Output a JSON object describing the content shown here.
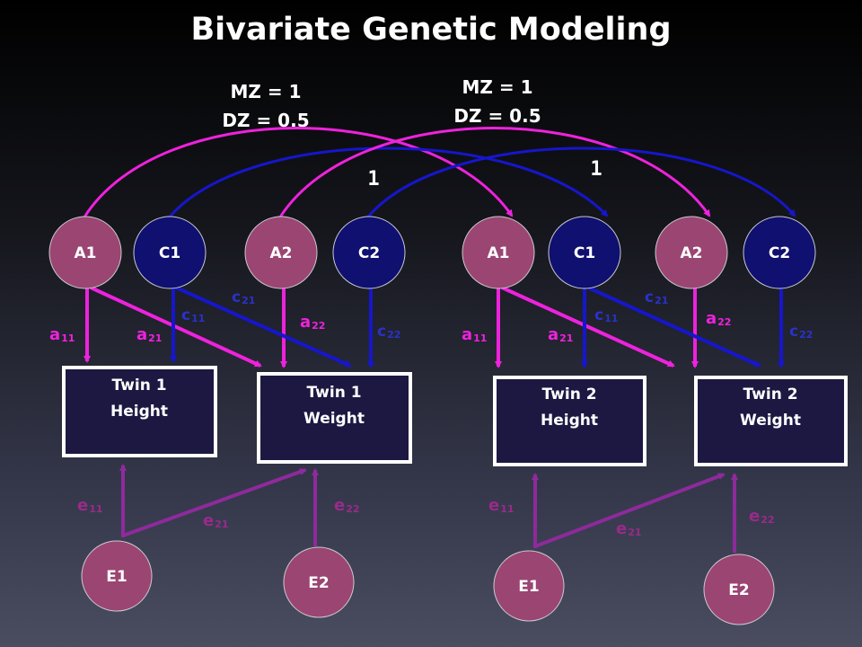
{
  "title": "Bivariate Genetic Modeling",
  "correlations": {
    "a_label_line1": "MZ = 1",
    "a_label_line2": "DZ = 0.5",
    "a2_label_line1": "MZ = 1",
    "a2_label_line2": "DZ = 0.5",
    "c_label": "1",
    "c2_label": "1"
  },
  "colors": {
    "a_node": "#9b4572",
    "c_node": "#0f1070",
    "e_node": "#9b4572",
    "a_path": "#ee22dd",
    "c_path": "#1616cc",
    "e_path": "#8e2a9c",
    "box_fill": "#1d1842",
    "box_border": "#ffffff"
  },
  "twin1": {
    "nodes": {
      "a1": "A1",
      "c1": "C1",
      "a2": "A2",
      "c2": "C2",
      "e1": "E1",
      "e2": "E2"
    },
    "height_line1": "Twin 1",
    "height_line2": "Height",
    "weight_line1": "Twin 1",
    "weight_line2": "Weight",
    "paths": {
      "a11": "a",
      "a11_sub": "11",
      "a21": "a",
      "a21_sub": "21",
      "a22": "a",
      "a22_sub": "22",
      "c11": "c",
      "c11_sub": "11",
      "c21": "c",
      "c21_sub": "21",
      "c22": "c",
      "c22_sub": "22",
      "e11": "e",
      "e11_sub": "11",
      "e21": "e",
      "e21_sub": "21",
      "e22": "e",
      "e22_sub": "22"
    }
  },
  "twin2": {
    "nodes": {
      "a1": "A1",
      "c1": "C1",
      "a2": "A2",
      "c2": "C2",
      "e1": "E1",
      "e2": "E2"
    },
    "height_line1": "Twin 2",
    "height_line2": "Height",
    "weight_line1": "Twin 2",
    "weight_line2": "Weight",
    "paths": {
      "a11": "a",
      "a11_sub": "11",
      "a21": "a",
      "a21_sub": "21",
      "a22": "a",
      "a22_sub": "22",
      "c11": "c",
      "c11_sub": "11",
      "c21": "c",
      "c21_sub": "21",
      "c22": "c",
      "c22_sub": "22",
      "e11": "e",
      "e11_sub": "11",
      "e21": "e",
      "e21_sub": "21",
      "e22": "e",
      "e22_sub": "22"
    }
  }
}
